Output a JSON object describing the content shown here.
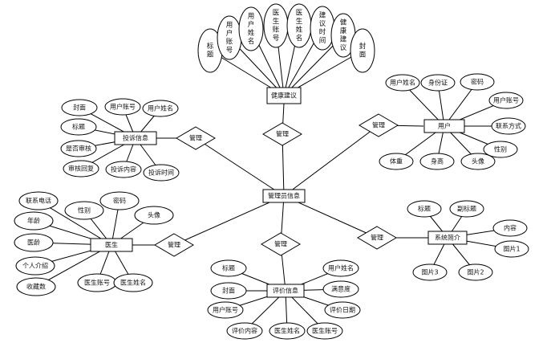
{
  "entities": {
    "advice": "健康建议",
    "admin": "管理员信息",
    "user": "用户",
    "complaint": "投诉信息",
    "doctor": "医生",
    "intro": "系统简介",
    "review": "评价信息"
  },
  "relationships": {
    "r_advice": "管理",
    "r_complaint": "管理",
    "r_user": "管理",
    "r_doctor": "管理",
    "r_review": "管理",
    "r_intro": "管理"
  },
  "attributes": {
    "advice": [
      "标题",
      "用户账号",
      "用户姓名",
      "医生账号",
      "医生姓名",
      "建议时间",
      "健康建议",
      "封面"
    ],
    "user": [
      "用户姓名",
      "身份证",
      "密码",
      "用户账号",
      "联系方式",
      "性别",
      "头像",
      "身高",
      "体重"
    ],
    "complaint": [
      "封面",
      "用户账号",
      "用户姓名",
      "标题",
      "是否审核",
      "审核回复",
      "投诉内容",
      "投诉时间"
    ],
    "doctor": [
      "联系电话",
      "年龄",
      "医龄",
      "个人介绍",
      "收藏数",
      "性别",
      "密码",
      "头像",
      "医生账号",
      "医生姓名"
    ],
    "intro": [
      "标题",
      "副标题",
      "内容",
      "图片1",
      "图片2",
      "图片3"
    ],
    "review": [
      "标题",
      "封面",
      "用户账号",
      "评价内容",
      "医生姓名",
      "医生账号",
      "用户姓名",
      "满意度",
      "评价日期"
    ]
  }
}
